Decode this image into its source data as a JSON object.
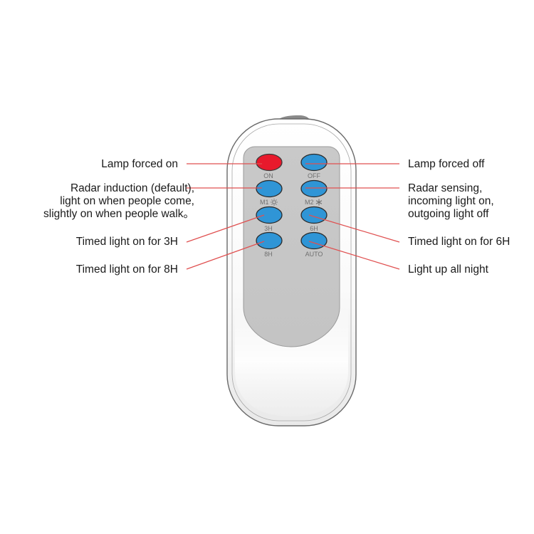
{
  "buttons": {
    "on": {
      "caption": "ON",
      "color": "#e8192c"
    },
    "off": {
      "caption": "OFF",
      "color": "#2f95d6"
    },
    "m1": {
      "caption": "M1",
      "color": "#2f95d6",
      "icon": "sun-icon"
    },
    "m2": {
      "caption": "M2",
      "color": "#2f95d6",
      "icon": "snowflake-icon"
    },
    "h3": {
      "caption": "3H",
      "color": "#2f95d6"
    },
    "h6": {
      "caption": "6H",
      "color": "#2f95d6"
    },
    "h8": {
      "caption": "8H",
      "color": "#2f95d6"
    },
    "auto": {
      "caption": "AUTO",
      "color": "#2f95d6"
    }
  },
  "labels": {
    "lamp_on": "Lamp forced on",
    "lamp_off": "Lamp forced off",
    "radar_induction": "Radar induction (default),\nlight on when people come,\nslightly on when people walk。",
    "radar_sensing": "Radar sensing,\nincoming light on,\noutgoing light off",
    "timed_3h": "Timed light on for 3H",
    "timed_6h": "Timed light on for 6H",
    "timed_8h": "Timed light on for 8H",
    "all_night": "Light up all night"
  },
  "colors": {
    "leader_line": "#e05050",
    "remote_outline": "#6a6a6a",
    "panel": "#c8c8c8"
  }
}
